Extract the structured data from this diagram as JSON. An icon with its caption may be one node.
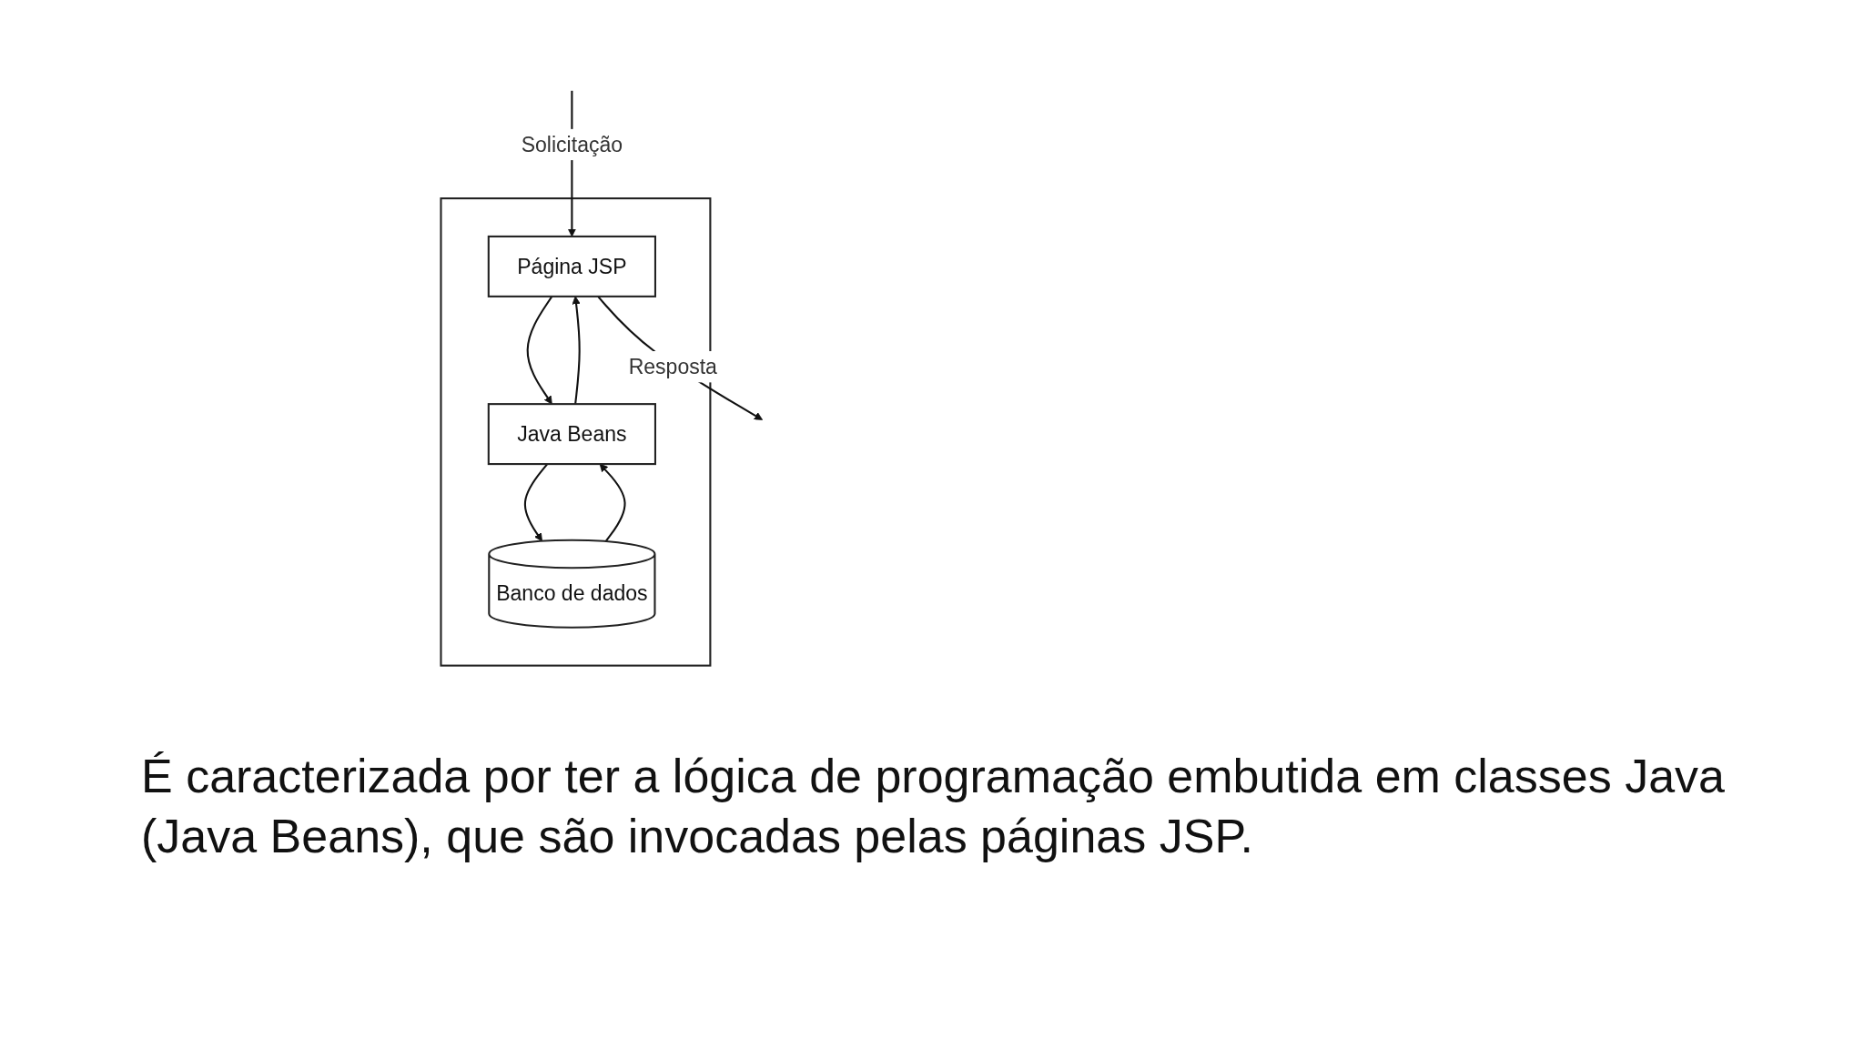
{
  "diagram": {
    "caption": "É caracterizada por ter a lógica de programação embutida em classes Java (Java Beans), que são invocadas pelas páginas JSP.",
    "nodes": [
      {
        "text": [],
        "shape": "box"
      },
      {
        "text": [
          "Página JSP"
        ],
        "in": 0
      },
      {
        "text": [
          "Java Beans"
        ],
        "in": 0
      },
      {
        "text": [
          "Banco de dados"
        ],
        "in": 0
      }
    ],
    "edges": [
      {
        "from": null,
        "to": 1,
        "arrow": "to",
        "label": "Solicitação"
      },
      {
        "from": 1,
        "to": null,
        "arrow": "to",
        "label": "Resposta"
      },
      {
        "from": 2,
        "to": 1,
        "arrow": "to"
      },
      {
        "from": 1,
        "to": 2,
        "arrow": "to"
      },
      {
        "from": 2,
        "to": 3,
        "arrow": "to"
      },
      {
        "from": 3,
        "to": 2,
        "arrow": "to"
      }
    ]
  }
}
